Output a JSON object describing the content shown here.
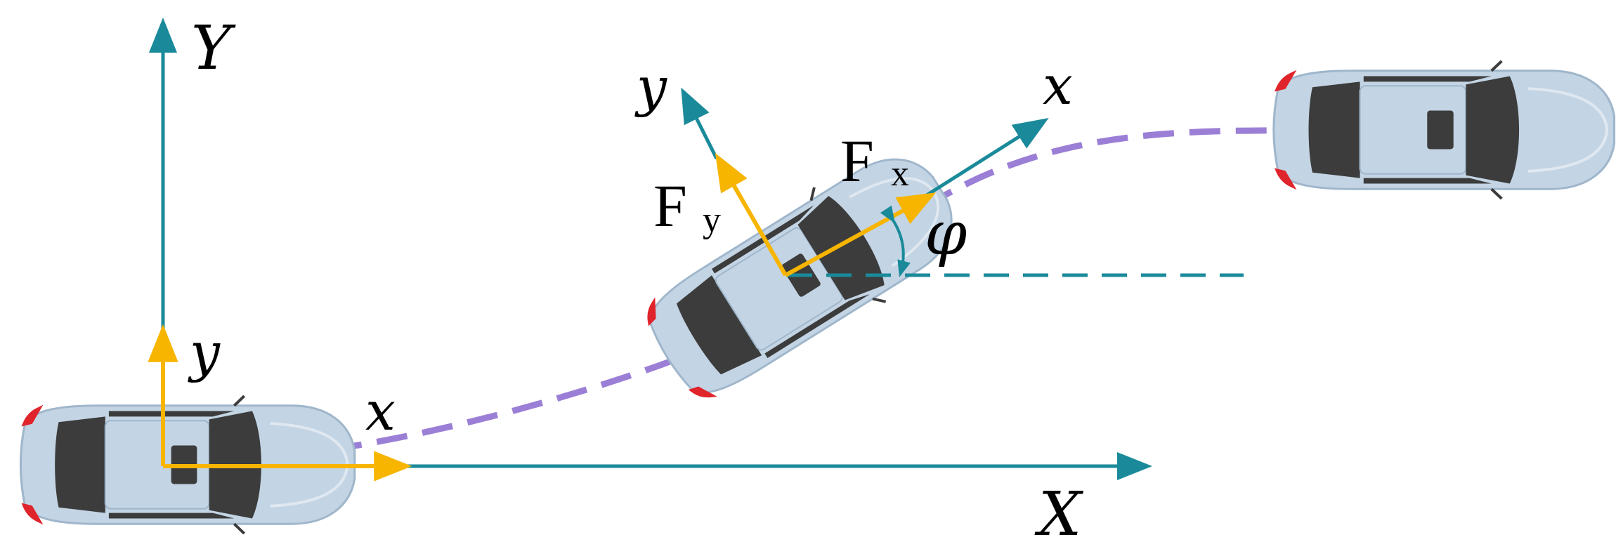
{
  "labels": {
    "global_x": "X",
    "global_y": "Y",
    "start_x": "x",
    "start_y": "y",
    "body_x": "x",
    "body_y": "y",
    "force_x_main": "F",
    "force_x_sub": "x",
    "force_y_main": "F",
    "force_y_sub": "y",
    "yaw_angle": "φ"
  },
  "colors": {
    "axis_teal": "#1a8a9a",
    "force_yellow": "#f7b500",
    "path_purple": "#9b7fd6",
    "car_body": "#c3d4e4",
    "car_dark": "#3c3c3c",
    "tail_red": "#e0242b"
  },
  "icons": [
    "car-start-icon",
    "car-turning-icon",
    "car-end-icon"
  ]
}
